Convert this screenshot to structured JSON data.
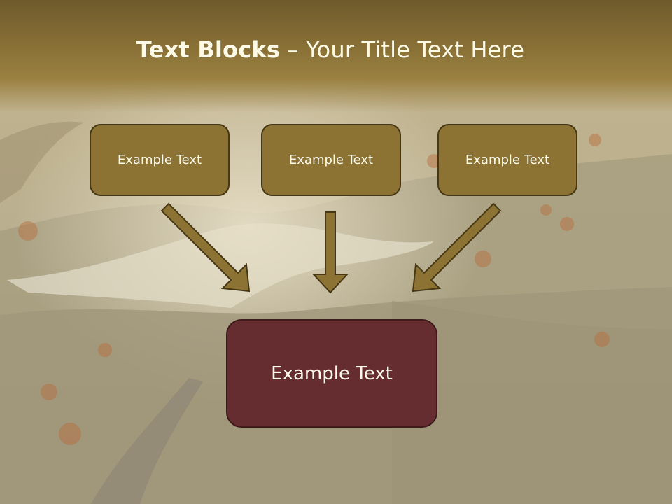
{
  "title": {
    "bold": "Text Blocks",
    "separator": " – ",
    "rest": "Your Title Text Here"
  },
  "blocks": {
    "left": "Example Text",
    "center": "Example Text",
    "right": "Example Text",
    "bottom": "Example Text"
  },
  "colors": {
    "title_band": "#7d6530",
    "small_box_fill": "#8c7233",
    "small_box_border": "#463715",
    "big_box_fill": "#652d2f",
    "arrow_fill": "#8c7233",
    "text": "#fffbea"
  }
}
